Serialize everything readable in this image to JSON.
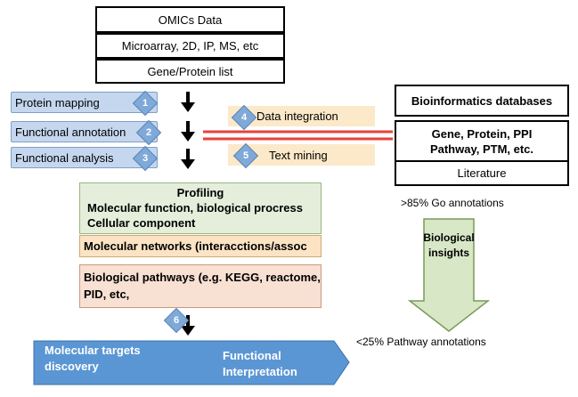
{
  "omics": {
    "data": "OMICs Data",
    "platforms": "Microarray, 2D, IP, MS, etc",
    "gene_list": "Gene/Protein list"
  },
  "steps": [
    {
      "label": "Protein mapping",
      "badge": "1"
    },
    {
      "label": "Functional annotation",
      "badge": "2"
    },
    {
      "label": "Functional analysis",
      "badge": "3"
    }
  ],
  "integration": {
    "label": "Data integration",
    "badge": "4"
  },
  "text_mining": {
    "label": "Text mining",
    "badge": "5"
  },
  "bioinformatics": {
    "title": "Bioinformatics databases",
    "line1": "Gene, Protein, PPI",
    "line2": "Pathway, PTM, etc.",
    "literature": "Literature"
  },
  "go_note": ">85% Go annotations",
  "pathway_note": "<25% Pathway annotations",
  "insights": {
    "line1": "Biological",
    "line2": "insights"
  },
  "profiling": {
    "title": "Profiling",
    "line1": "Molecular function,  biological procress",
    "line2": "Cellular component"
  },
  "networks": "Molecular networks (interacctions/assoc",
  "pathways": {
    "line1": "Biological pathways (e.g. KEGG, reactome,",
    "line2": "PID, etc,"
  },
  "badge6": "6",
  "bottom": {
    "targets1": "Molecular targets",
    "targets2": "discovery",
    "interp1": "Functional",
    "interp2": "Interpretation"
  },
  "colors": {
    "step_fill": "#c5d7ee",
    "integration_fill": "#fbe9c9",
    "connector_red": "#e8413c",
    "profiling_fill": "#e4eedb",
    "networks_fill": "#fbe3c4",
    "pathways_fill": "#f8e0d2",
    "bottom_fill": "#5b96d4",
    "insights_fill": "#d8e7c6"
  }
}
